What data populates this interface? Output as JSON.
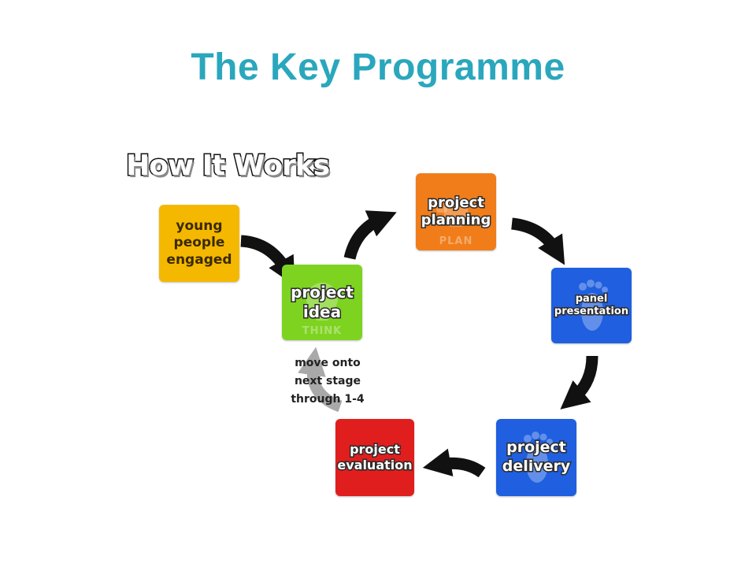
{
  "slide": {
    "title": "The Key Programme",
    "title_color": "#2aa7bd"
  },
  "diagram": {
    "heading": "How It Works",
    "loop_note": "move onto\nnext stage\nthrough 1-4",
    "boxes": [
      {
        "id": "young-people-engaged",
        "label": "young\npeople\nengaged",
        "color": "#f5b800",
        "text_style": "dark"
      },
      {
        "id": "project-idea",
        "label": "project\nidea",
        "color": "#7ed321",
        "text_style": "white",
        "sub_word": "THINK"
      },
      {
        "id": "project-planning",
        "label": "project\nplanning",
        "color": "#f07d1a",
        "text_style": "white",
        "sub_word": "PLAN"
      },
      {
        "id": "panel-presentation",
        "label": "panel\npresentation",
        "color": "#1f5fe0",
        "text_style": "white"
      },
      {
        "id": "project-delivery",
        "label": "project\ndelivery",
        "color": "#1f5fe0",
        "text_style": "white"
      },
      {
        "id": "project-evaluation",
        "label": "project\nevaluation",
        "color": "#e01e1e",
        "text_style": "white"
      }
    ],
    "arrow_color": "#111111",
    "loop_arrow_color": "#a9a9a9"
  }
}
